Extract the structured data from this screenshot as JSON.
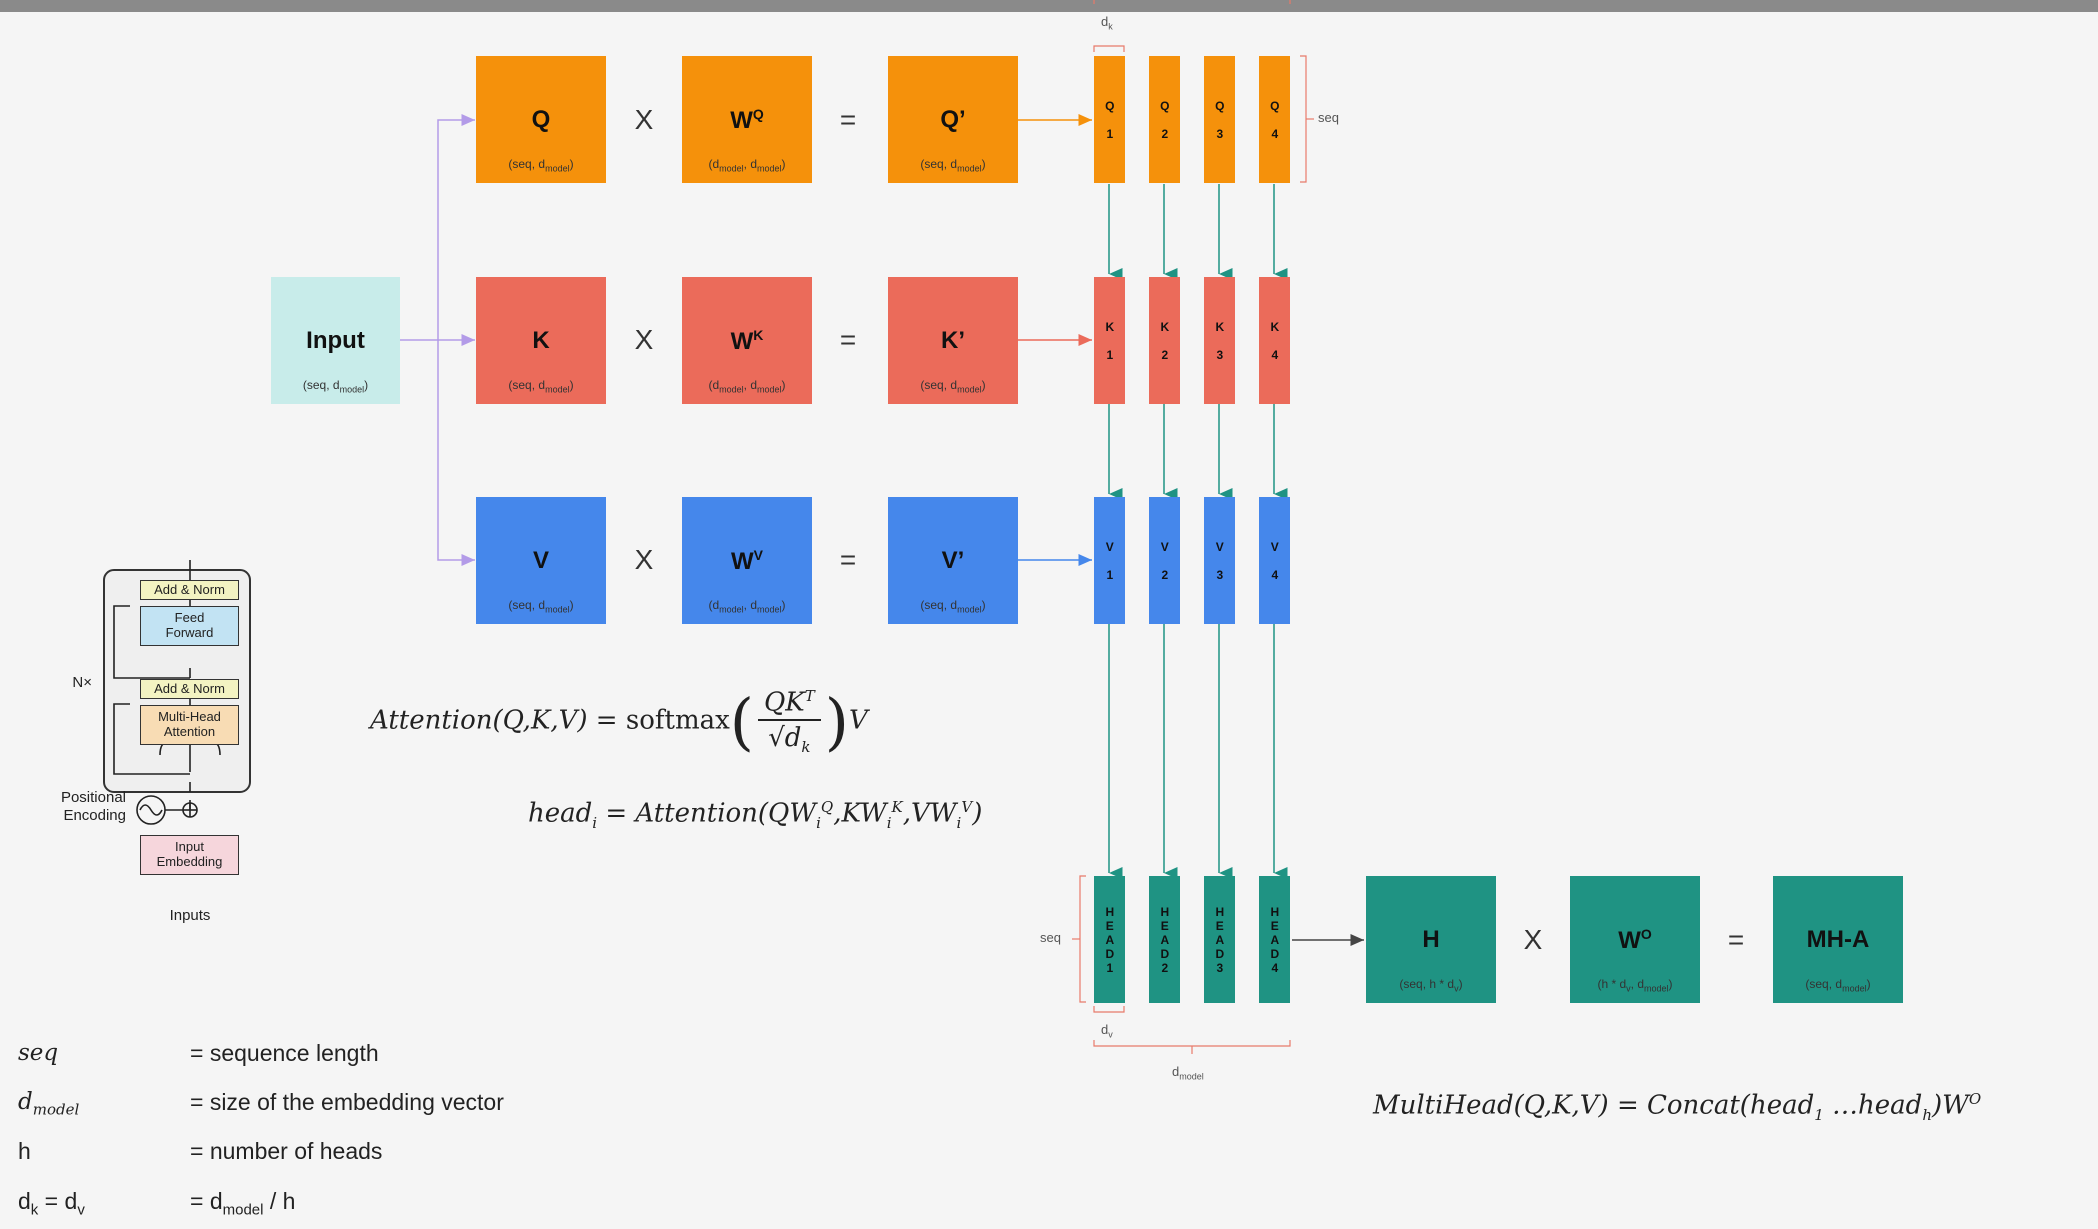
{
  "input": {
    "label": "Input",
    "dims": "(seq, d",
    "dims_sub": "model",
    "dims_end": ")"
  },
  "rows": [
    {
      "a": "Q",
      "w_base": "W",
      "w_sup": "Q",
      "p": "Q’",
      "color": "#f5910b"
    },
    {
      "a": "K",
      "w_base": "W",
      "w_sup": "K",
      "p": "K’",
      "color": "#eb6b5a"
    },
    {
      "a": "V",
      "w_base": "W",
      "w_sup": "V",
      "p": "V’",
      "color": "#4587eb"
    }
  ],
  "dims": {
    "seq_dmodel_pre": "(seq, d",
    "sub_model": "model",
    "close": ")",
    "w_pre": "(d",
    "w_mid": ", d"
  },
  "ops": {
    "times": "X",
    "equals": "="
  },
  "slices": {
    "q": [
      "Q 1",
      "Q 2",
      "Q 3",
      "Q 4"
    ],
    "k": [
      "K 1",
      "K 2",
      "K 3",
      "K 4"
    ],
    "v": [
      "V 1",
      "V 2",
      "V 3",
      "V 4"
    ],
    "head": [
      "HEAD1",
      "HEAD2",
      "HEAD3",
      "HEAD4"
    ]
  },
  "bracket_labels": {
    "dk": "d",
    "dk_sub": "k",
    "seq": "seq",
    "dv": "d",
    "dv_sub": "v",
    "dmodel": "d",
    "dmodel_sub": "model"
  },
  "bottom": {
    "h": {
      "label": "H",
      "dims": "(seq, h * d",
      "dims_sub": "v",
      "dims_end": ")"
    },
    "wo": {
      "base": "W",
      "sup": "O",
      "dims": "(h * d",
      "dims_sub": "v",
      "dims_mid": ", d",
      "dims_sub2": "model",
      "dims_end": ")"
    },
    "mha": {
      "label": "MH-A",
      "dims": "(seq, d",
      "dims_sub": "model",
      "dims_end": ")"
    }
  },
  "formulas": {
    "attention_lhs": "Attention(Q,K,V) = ",
    "softmax": "softmax",
    "num": "QK",
    "num_sup": "T",
    "den": "√d",
    "den_sub": "k",
    "tail": "V",
    "head": "head",
    "head_sub": "i",
    "head_rhs": " = Attention(QW",
    "multihead": "MultiHead(Q,K,V) = Concat(head",
    "mh_sub1": "1",
    "mh_mid": " …head",
    "mh_sub2": "h",
    "mh_end": ")W",
    "mh_sup": "O"
  },
  "encoder": {
    "add_norm": "Add & Norm",
    "feed_forward": "Feed Forward",
    "multi_head": "Multi-Head Attention",
    "input_embedding": "Input Embedding",
    "positional": "Positional Encoding",
    "nx": "N×",
    "inputs": "Inputs"
  },
  "legend": [
    {
      "key": "seq",
      "value": "= sequence length"
    },
    {
      "key_base": "d",
      "key_sub": "model",
      "value": "= size of the embedding vector"
    },
    {
      "key": "h",
      "value": "= number of heads"
    },
    {
      "key_a": "d",
      "key_a_sub": "k",
      "key_join": " = ",
      "key_b": "d",
      "key_b_sub": "v",
      "value_pre": "= d",
      "value_sub": "model",
      "value_post": " / h"
    }
  ]
}
